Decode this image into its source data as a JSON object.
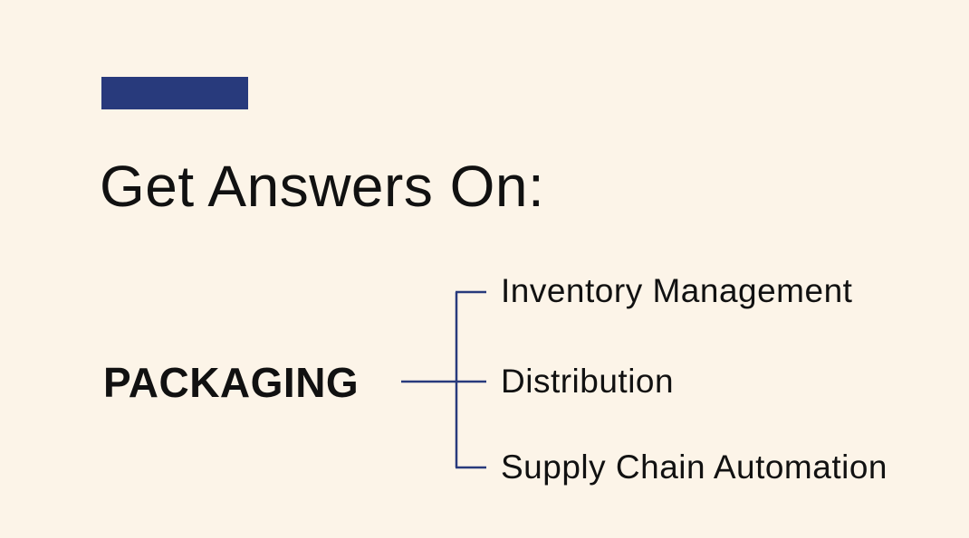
{
  "header": {
    "title": "Get Answers On:"
  },
  "diagram": {
    "root": "PACKAGING",
    "branches": [
      {
        "label": "Inventory Management"
      },
      {
        "label": "Distribution"
      },
      {
        "label": "Supply Chain Automation"
      }
    ]
  },
  "colors": {
    "background": "#FCF4E8",
    "accent": "#283A7C",
    "text": "#111111"
  }
}
